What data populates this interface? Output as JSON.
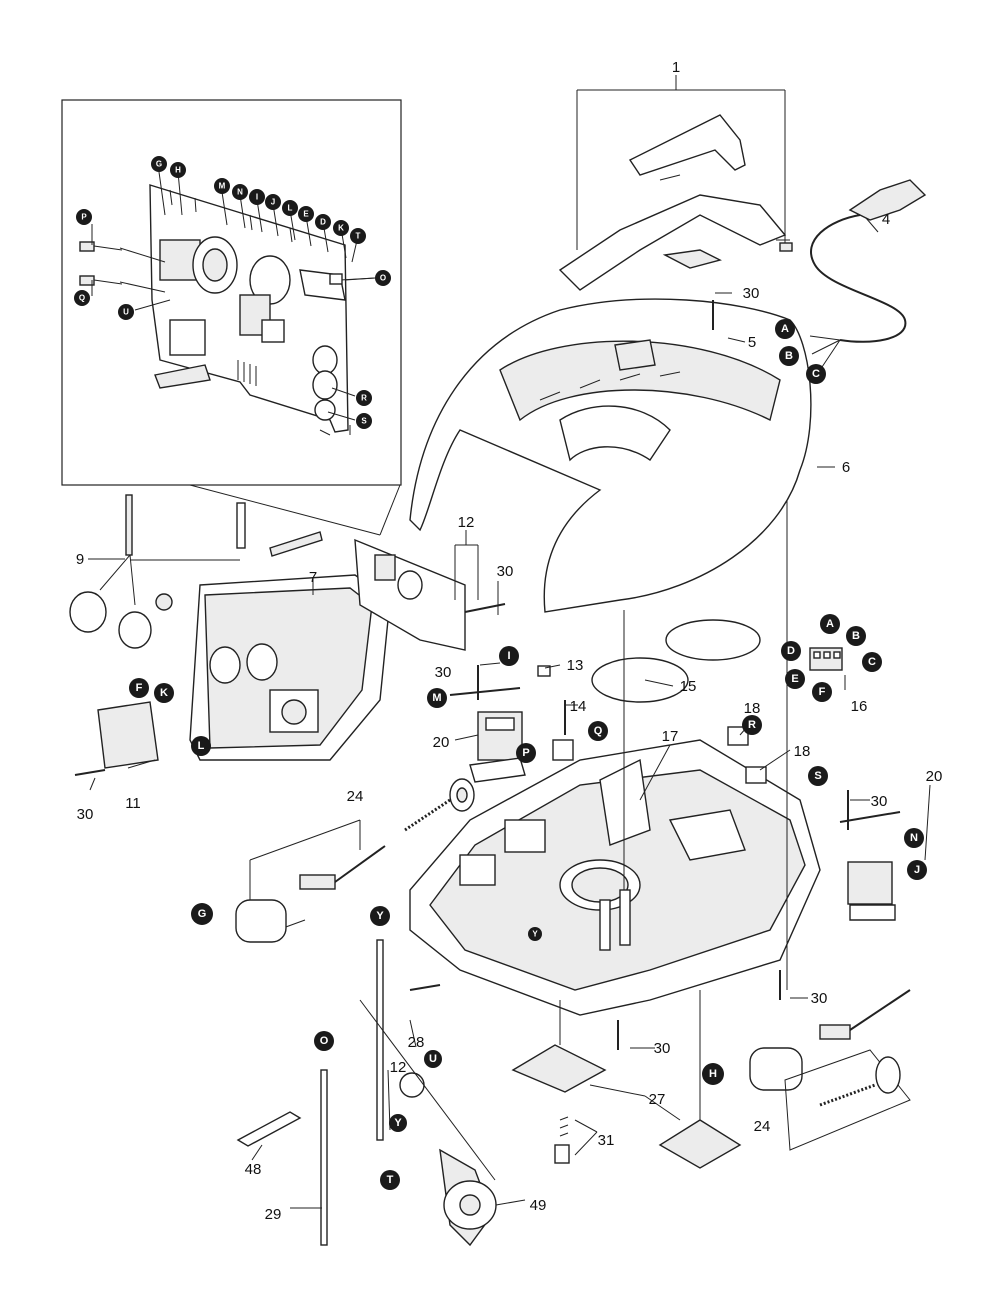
{
  "diagram": {
    "part_numbers": {
      "p1": "1",
      "p4": "4",
      "p5": "5",
      "p6": "6",
      "p7": "7",
      "p9": "9",
      "p11": "11",
      "p12a": "12",
      "p12b": "12",
      "p13": "13",
      "p14": "14",
      "p15": "15",
      "p16": "16",
      "p17": "17",
      "p18a": "18",
      "p18b": "18",
      "p20a": "20",
      "p20b": "20",
      "p24a": "24",
      "p24b": "24",
      "p27": "27",
      "p28": "28",
      "p29": "29",
      "p30a": "30",
      "p30b": "30",
      "p30c": "30",
      "p30d": "30",
      "p30e": "30",
      "p30f": "30",
      "p30g": "30",
      "p31": "31",
      "p48": "48",
      "p49": "49"
    },
    "connector_letters": {
      "inset_G": "G",
      "inset_H": "H",
      "inset_M": "M",
      "inset_N": "N",
      "inset_I": "I",
      "inset_J": "J",
      "inset_L": "L",
      "inset_E": "E",
      "inset_D": "D",
      "inset_K": "K",
      "inset_T": "T",
      "inset_O": "O",
      "inset_P": "P",
      "inset_Q": "Q",
      "inset_U": "U",
      "inset_R": "R",
      "inset_S": "S",
      "cord_A": "A",
      "cord_B": "B",
      "cord_C": "C",
      "term_A": "A",
      "term_B": "B",
      "term_C": "C",
      "term_D": "D",
      "term_E": "E",
      "term_F": "F",
      "panel_F": "F",
      "panel_K": "K",
      "panel_L": "L",
      "coil_I": "I",
      "coil_M": "M",
      "coil_P": "P",
      "sw_Q": "Q",
      "r18_R": "R",
      "r18_S": "S",
      "coil_N": "N",
      "coil_J": "J",
      "valve_G": "G",
      "valve_H": "H",
      "rod_Y": "Y",
      "base_Y": "Y",
      "rod_O": "O",
      "therm_U": "U",
      "therm_Y": "Y",
      "pump_T": "T"
    }
  }
}
